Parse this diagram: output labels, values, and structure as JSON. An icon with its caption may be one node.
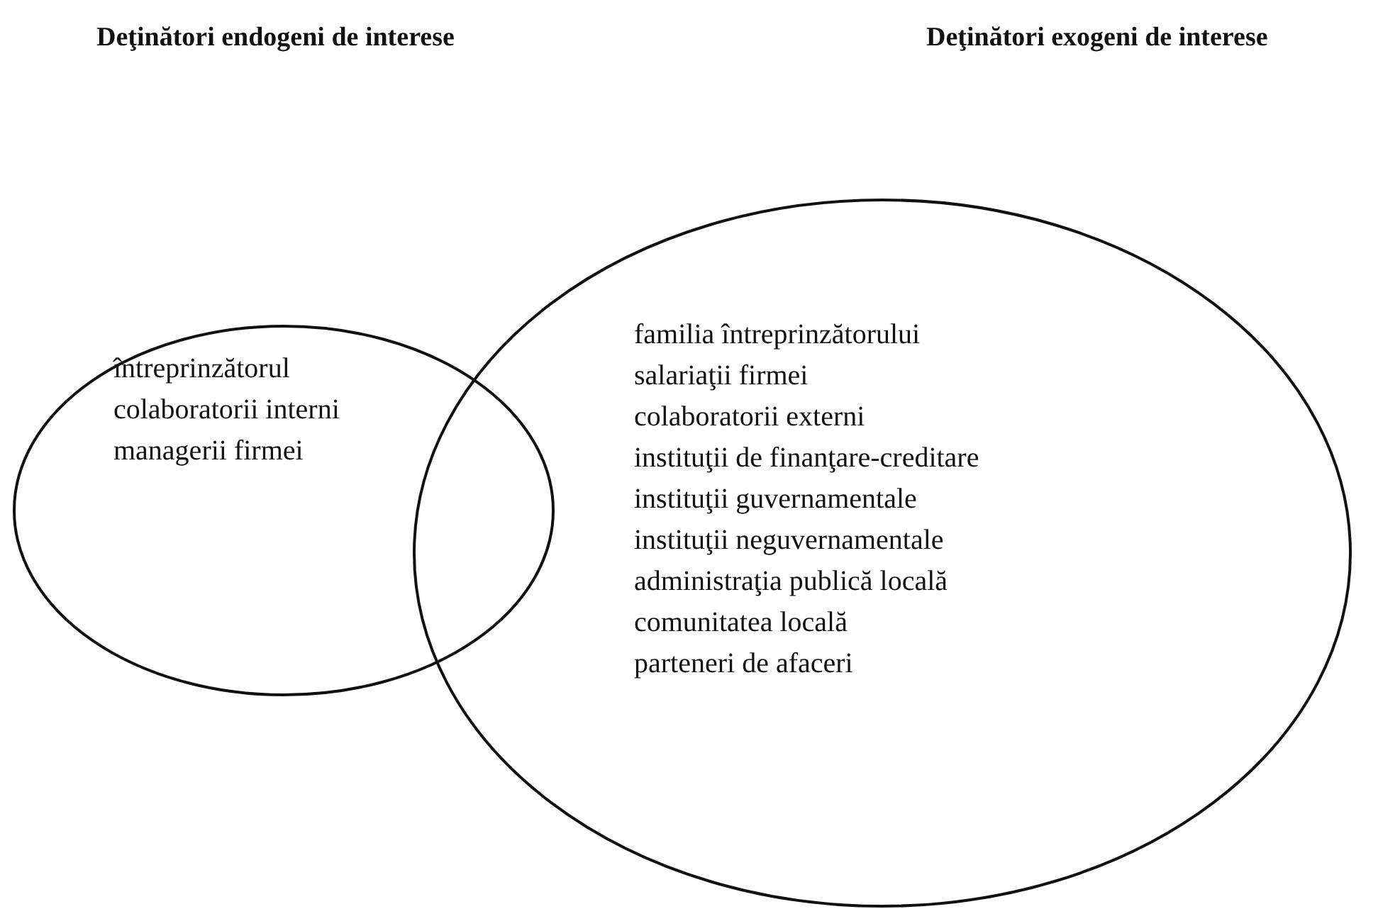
{
  "diagram": {
    "nodes": [
      {
        "text": [
          "întreprinzătorul",
          "colaboratorii interni",
          "managerii firmei"
        ]
      },
      {
        "text": [
          "familia întreprinzătorului",
          "salariaţii firmei",
          "colaboratorii externi",
          "instituţii de finanţare-creditare",
          "instituţii guvernamentale",
          "instituţii neguvernamentale",
          "administraţia publică locală",
          "comunitatea locală",
          "parteneri de afaceri"
        ]
      }
    ],
    "labels": [
      "Deţinători endogeni de interese",
      "Deţinători exogeni de interese"
    ]
  }
}
